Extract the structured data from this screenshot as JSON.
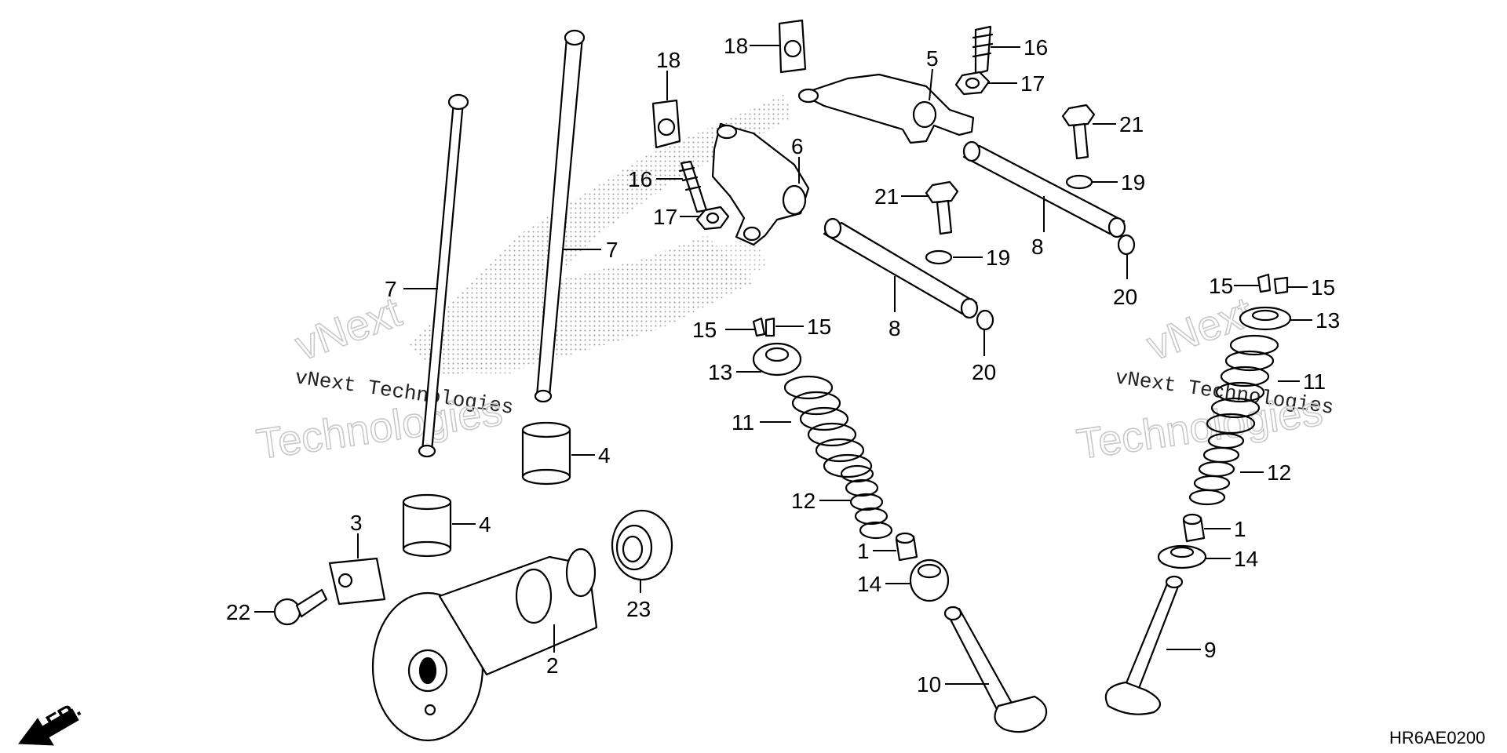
{
  "diagram": {
    "code": "HR6AE0200",
    "direction_label": "FR."
  },
  "watermark": {
    "line1": "vNext Technologies",
    "outline_top": "vNext",
    "outline_bottom": "Technologies"
  },
  "callouts": [
    {
      "id": "c1",
      "number": "18"
    },
    {
      "id": "c2",
      "number": "18"
    },
    {
      "id": "c3",
      "number": "16"
    },
    {
      "id": "c4",
      "number": "17"
    },
    {
      "id": "c5",
      "number": "5"
    },
    {
      "id": "c6",
      "number": "21"
    },
    {
      "id": "c7",
      "number": "19"
    },
    {
      "id": "c8",
      "number": "16"
    },
    {
      "id": "c9",
      "number": "17"
    },
    {
      "id": "c10",
      "number": "6"
    },
    {
      "id": "c11",
      "number": "21"
    },
    {
      "id": "c12",
      "number": "19"
    },
    {
      "id": "c13",
      "number": "8"
    },
    {
      "id": "c14",
      "number": "20"
    },
    {
      "id": "c15",
      "number": "7"
    },
    {
      "id": "c16",
      "number": "7"
    },
    {
      "id": "c17",
      "number": "8"
    },
    {
      "id": "c18",
      "number": "20"
    },
    {
      "id": "c19",
      "number": "15"
    },
    {
      "id": "c20",
      "number": "15"
    },
    {
      "id": "c21",
      "number": "13"
    },
    {
      "id": "c22",
      "number": "11"
    },
    {
      "id": "c23",
      "number": "4"
    },
    {
      "id": "c24",
      "number": "4"
    },
    {
      "id": "c25",
      "number": "12"
    },
    {
      "id": "c26",
      "number": "1"
    },
    {
      "id": "c27",
      "number": "14"
    },
    {
      "id": "c28",
      "number": "3"
    },
    {
      "id": "c29",
      "number": "22"
    },
    {
      "id": "c30",
      "number": "23"
    },
    {
      "id": "c31",
      "number": "2"
    },
    {
      "id": "c32",
      "number": "10"
    },
    {
      "id": "c33",
      "number": "15"
    },
    {
      "id": "c34",
      "number": "15"
    },
    {
      "id": "c35",
      "number": "13"
    },
    {
      "id": "c36",
      "number": "11"
    },
    {
      "id": "c37",
      "number": "12"
    },
    {
      "id": "c38",
      "number": "1"
    },
    {
      "id": "c39",
      "number": "14"
    },
    {
      "id": "c40",
      "number": "9"
    }
  ]
}
